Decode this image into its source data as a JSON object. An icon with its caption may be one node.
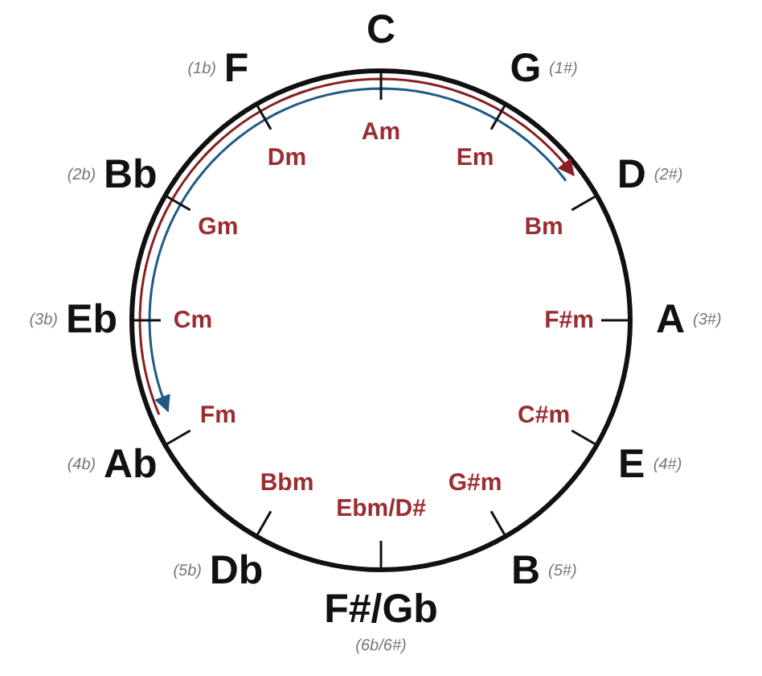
{
  "diagram": {
    "nodes": [
      {
        "text": [
          "C"
        ]
      },
      {
        "text": [
          "G"
        ],
        "beside": [
          "(1#)"
        ]
      },
      {
        "text": [
          "D"
        ],
        "beside": [
          "(2#)"
        ]
      },
      {
        "text": [
          "A"
        ],
        "beside": [
          "(3#)"
        ]
      },
      {
        "text": [
          "E"
        ],
        "beside": [
          "(4#)"
        ]
      },
      {
        "text": [
          "B"
        ],
        "beside": [
          "(5#)"
        ]
      },
      {
        "text": [
          "F#/Gb"
        ],
        "beside": [
          "(6b/6#)"
        ]
      },
      {
        "text": [
          "Db"
        ],
        "beside": [
          "(5b)"
        ]
      },
      {
        "text": [
          "Ab"
        ],
        "beside": [
          "(4b)"
        ]
      },
      {
        "text": [
          "Eb"
        ],
        "beside": [
          "(3b)"
        ]
      },
      {
        "text": [
          "Bb"
        ],
        "beside": [
          "(2b)"
        ]
      },
      {
        "text": [
          "F"
        ],
        "beside": [
          "(1b)"
        ]
      },
      {
        "text": [
          "Am"
        ]
      },
      {
        "text": [
          "Em"
        ]
      },
      {
        "text": [
          "Bm"
        ]
      },
      {
        "text": [
          "F#m"
        ]
      },
      {
        "text": [
          "C#m"
        ]
      },
      {
        "text": [
          "G#m"
        ]
      },
      {
        "text": [
          "Ebm/D#"
        ]
      },
      {
        "text": [
          "Bbm"
        ]
      },
      {
        "text": [
          "Fm"
        ]
      },
      {
        "text": [
          "Cm"
        ]
      },
      {
        "text": [
          "Gm"
        ]
      },
      {
        "text": [
          "Dm"
        ]
      }
    ]
  }
}
